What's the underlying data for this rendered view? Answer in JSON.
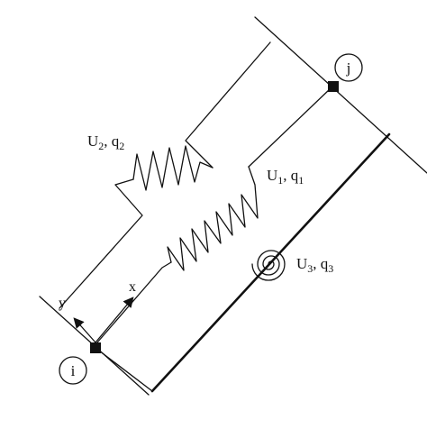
{
  "diagram": {
    "node_i": {
      "label": "i"
    },
    "node_j": {
      "label": "j"
    },
    "spring_1": {
      "label_main": "U",
      "label_sub1": "1",
      "label_sep": ", q",
      "label_sub2": "1"
    },
    "spring_2": {
      "label_main": "U",
      "label_sub1": "2",
      "label_sep": ", q",
      "label_sub2": "2"
    },
    "torsion_spring_3": {
      "label_main": "U",
      "label_sub1": "3",
      "label_sep": ", q",
      "label_sub2": "3"
    },
    "axes": {
      "x_label": "x",
      "y_label": "y"
    },
    "colors": {
      "ink": "#111111",
      "background": "#ffffff"
    }
  }
}
